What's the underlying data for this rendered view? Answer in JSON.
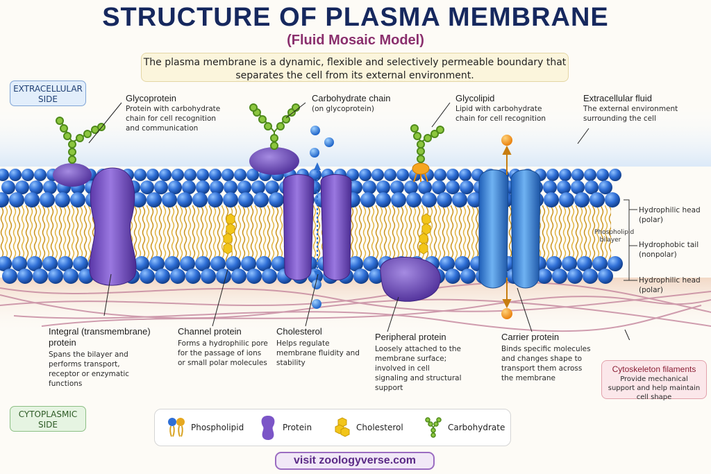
{
  "title": "STRUCTURE OF PLASMA MEMBRANE",
  "subtitle": "(Fluid Mosaic Model)",
  "intro": "The plasma membrane is a dynamic, flexible and selectively permeable boundary that separates the cell from its external environment.",
  "sides": {
    "extracellular": "EXTRACELLULAR SIDE",
    "cytoplasmic": "CYTOPLASMIC SIDE"
  },
  "labels": {
    "glycoprotein": {
      "title": "Glycoprotein",
      "desc": "Protein with carbohydrate chain for cell recognition and communication"
    },
    "carbohydrate_chain": {
      "title": "Carbohydrate chain",
      "desc": "(on glycoprotein)"
    },
    "glycolipid": {
      "title": "Glycolipid",
      "desc": "Lipid with carbohydrate chain for cell recognition"
    },
    "extracellular_fluid": {
      "title": "Extracellular fluid",
      "desc": "The external environment surrounding the cell"
    },
    "hydrophilic_head_top": {
      "title": "Hydrophilic head",
      "desc": "(polar)"
    },
    "hydrophobic_tail": {
      "title": "Hydrophobic tail",
      "desc": "(nonpolar)"
    },
    "hydrophilic_head_bottom": {
      "title": "Hydrophilic head",
      "desc": "(polar)"
    },
    "phospholipid_bilayer": "Phospholipid bilayer",
    "integral_protein": {
      "title": "Integral (transmembrane) protein",
      "desc": "Spans the bilayer and performs transport, receptor or enzymatic functions"
    },
    "channel_protein": {
      "title": "Channel protein",
      "desc": "Forms a hydrophilic pore for the passage of ions or small polar molecules"
    },
    "cholesterol": {
      "title": "Cholesterol",
      "desc": "Helps regulate membrane fluidity and stability"
    },
    "peripheral_protein": {
      "title": "Peripheral protein",
      "desc": "Loosely attached to the membrane surface; involved in cell signaling and structural support"
    },
    "carrier_protein": {
      "title": "Carrier protein",
      "desc": "Binds specific molecules and changes shape to transport them across the membrane"
    },
    "cytoskeleton": {
      "title": "Cytoskeleton filaments",
      "desc": "Provide mechanical support and help maintain cell shape"
    }
  },
  "legend": [
    {
      "icon": "phospholipid-icon",
      "label": "Phospholipid"
    },
    {
      "icon": "protein-icon",
      "label": "Protein"
    },
    {
      "icon": "cholesterol-icon",
      "label": "Cholesterol"
    },
    {
      "icon": "carbohydrate-icon",
      "label": "Carbohydrate"
    }
  ],
  "footer": "visit zoologyverse.com",
  "colors": {
    "title": "#16285e",
    "subtitle": "#8a2f6d",
    "head": "#2f6fd6",
    "tail": "#d9a424",
    "protein": "#7b55c7",
    "carrier": "#3a8be0",
    "carbohydrate": "#8cc63f",
    "cholesterol": "#f2c51a",
    "cytoskeleton": "#c07d97"
  }
}
